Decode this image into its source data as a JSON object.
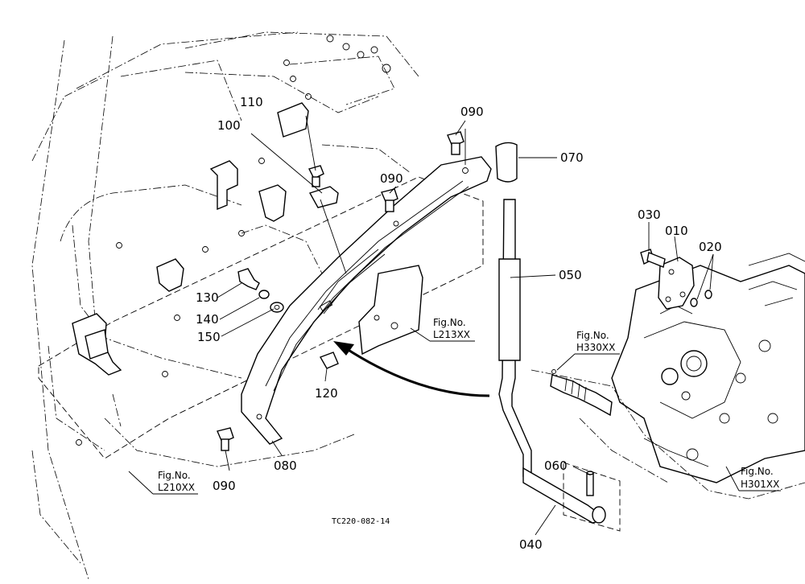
{
  "diagram": {
    "drawing_code": "TC220-082-14",
    "parts": [
      {
        "id": "p010",
        "label": "010"
      },
      {
        "id": "p020",
        "label": "020"
      },
      {
        "id": "p030",
        "label": "030"
      },
      {
        "id": "p040",
        "label": "040"
      },
      {
        "id": "p050",
        "label": "050"
      },
      {
        "id": "p060",
        "label": "060"
      },
      {
        "id": "p070",
        "label": "070"
      },
      {
        "id": "p080",
        "label": "080"
      },
      {
        "id": "p090a",
        "label": "090"
      },
      {
        "id": "p090b",
        "label": "090"
      },
      {
        "id": "p090c",
        "label": "090"
      },
      {
        "id": "p100",
        "label": "100"
      },
      {
        "id": "p110",
        "label": "110"
      },
      {
        "id": "p120",
        "label": "120"
      },
      {
        "id": "p130",
        "label": "130"
      },
      {
        "id": "p140",
        "label": "140"
      },
      {
        "id": "p150",
        "label": "150"
      }
    ],
    "figure_refs": [
      {
        "prefix": "Fig.No.",
        "code": "L213XX"
      },
      {
        "prefix": "Fig.No.",
        "code": "H330XX"
      },
      {
        "prefix": "Fig.No.",
        "code": "L210XX"
      },
      {
        "prefix": "Fig.No.",
        "code": "H301XX"
      }
    ]
  }
}
